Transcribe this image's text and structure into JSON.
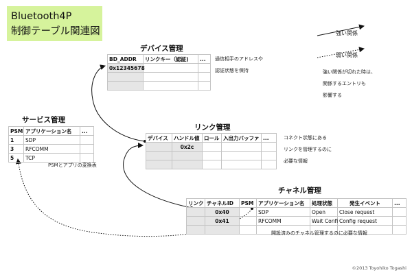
{
  "title": {
    "line1": "Bluetooth4P",
    "line2": "制御テーブル関連図"
  },
  "legend": {
    "strong": "強い関係",
    "weak": "弱い関係",
    "note": [
      "強い関係が切れた時は、",
      "関係するエントリも",
      "影響する"
    ]
  },
  "device_table": {
    "title": "デバイス管理",
    "headers": [
      "BD_ADDR",
      "リンクキー（認証)",
      "..."
    ],
    "rows": [
      [
        "0x12345678",
        "",
        ""
      ],
      [
        "",
        "",
        ""
      ],
      [
        "",
        "",
        ""
      ]
    ],
    "note": [
      "通信相手のアドレスや",
      "認証状態を保持"
    ]
  },
  "service_table": {
    "title": "サービス管理",
    "headers": [
      "PSM",
      "アプリケーション名",
      "..."
    ],
    "rows": [
      [
        "1",
        "SDP",
        ""
      ],
      [
        "3",
        "RFCOMM",
        ""
      ],
      [
        "5",
        "TCP",
        ""
      ]
    ],
    "note": "PSMとアプリの変換表"
  },
  "link_table": {
    "title": "リンク管理",
    "headers": [
      "デバイス",
      "ハンドル値",
      "ロール",
      "入出力バッファ",
      "..."
    ],
    "rows": [
      [
        "",
        "0x2c",
        "",
        "",
        ""
      ],
      [
        "",
        "",
        "",
        "",
        ""
      ],
      [
        "",
        "",
        "",
        "",
        ""
      ]
    ],
    "note": [
      "コネクト状態にある",
      "リンクを管理するのに",
      "必要な情報"
    ]
  },
  "channel_table": {
    "title": "チャネル管理",
    "headers": [
      "リンク",
      "チャネルID",
      "PSM",
      "アプリケーション名",
      "処理状態",
      "発生イベント",
      "..."
    ],
    "rows": [
      [
        "",
        "0x40",
        "",
        "SDP",
        "Open",
        "Close request",
        ""
      ],
      [
        "",
        "0x41",
        "",
        "RFCOMM",
        "Wait Confi",
        "Config request",
        ""
      ],
      [
        "",
        "",
        "",
        "",
        "",
        "",
        ""
      ]
    ],
    "note": "開設済みのチャネル管理するのに必要な情報"
  },
  "copyright": "©2013 Toyohiko Togashi",
  "colors": {
    "title_bg": "#d6f39c",
    "gray_cell": "#e6e6e6",
    "border": "#c4c4c4"
  }
}
